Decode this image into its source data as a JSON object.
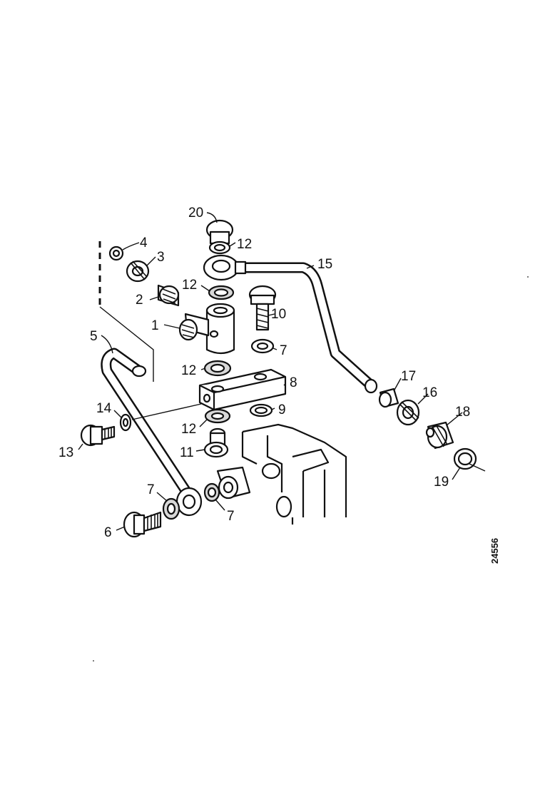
{
  "figure_number": "24556",
  "callouts": {
    "c1": "1",
    "c2": "2",
    "c3": "3",
    "c4": "4",
    "c5": "5",
    "c6": "6",
    "c7a": "7",
    "c7b": "7",
    "c7c": "7",
    "c8": "8",
    "c9": "9",
    "c10": "10",
    "c11": "11",
    "c12a": "12",
    "c12b": "12",
    "c12c": "12",
    "c12d": "12",
    "c13": "13",
    "c14": "14",
    "c15": "15",
    "c16": "16",
    "c17": "17",
    "c18": "18",
    "c19": "19",
    "c20": "20"
  }
}
